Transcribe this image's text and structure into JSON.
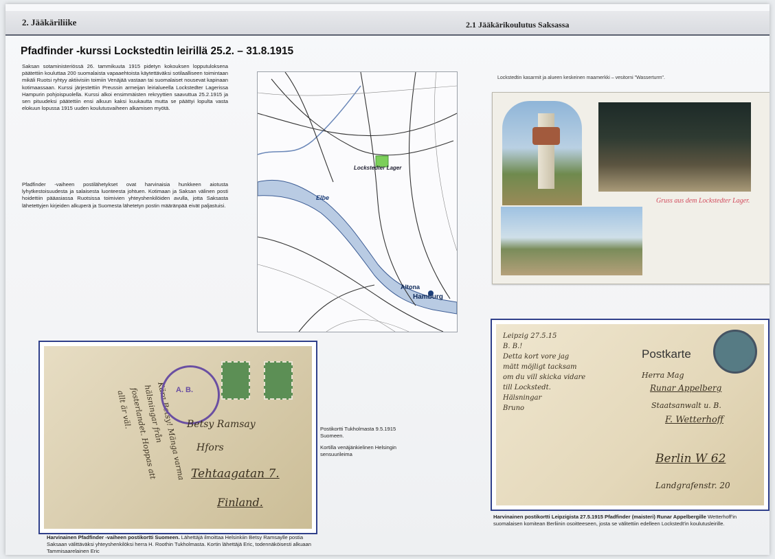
{
  "header": {
    "left": "2. Jääkäriliike",
    "right": "2.1 Jääkärikoulutus Saksassa"
  },
  "title": "Pfadfinder -kurssi Lockstedtin leirillä 25.2. – 31.8.1915",
  "paragraphs": {
    "p1": "Saksan sotaministeriössä 26. tammikuuta 1915 pidetyn kokouksen lopputuloksena päätettiin kouluttaa 200 suomalaista vapaaehtoista käytettäväksi sotilaalliseen toimintaan mikäli Ruotsi ryhtyy aktiivisiin toimiin Venäjää vastaan tai suomalaiset nousevat kapinaan kotimaassaan. Kurssi järjestettiin Preussin armeijan leirialueella Lockstedter Lagerissa Hampurin pohjoispuolella. Kurssi alkoi ensimmäisten rekryyttien saavuttua 25.2.1915 ja sen pituudeksi päätettiin ensi alkuun kaksi kuukautta mutta se päättyi lopulta vasta elokuun lopussa 1915 uuden koulutusvaiheen alkamisen myötä.",
    "p2": "Pfadfinder -vaiheen postilähetykset ovat harvinaisia hunkkeen aiotusta lyhytkestoisuudesta ja salaisesta luonteesta johtuen. Kotimaan ja Saksan välinen posti hoidettiin pääasiassa Ruotsissa toimivien yhteyshenkilöiden avulla, jotta Saksasta lähetettyjen kirjeiden alkuperä ja Suomesta lähetetyn postin määränpää eivät paljastuisi."
  },
  "map": {
    "label_lockstedt": "Lockstedter Lager",
    "label_elbe": "Elbe",
    "label_altona": "Altona",
    "label_hamburg": "Hamburg"
  },
  "photocard": {
    "caption": "Lockstedtin kasarmit ja alueen keskeinen maamerkki – vesitorni \"Wasserturm\".",
    "greeting": "Gruss aus dem Lockstedter Lager."
  },
  "postcard_left": {
    "censor_text": "A. B.",
    "address_lines": [
      "Betsy Ramsay",
      "Hfors",
      "Tehtaagatan 7.",
      "Finland."
    ],
    "caption_bold": "Harvinainen Pfadfinder -vaiheen postikortti Suomeen.",
    "caption_text": " Lähettäjä ilmoittaa Helsinkiin Betsy Ramsaylle postia Saksaan välittäväksi yhteyshenkilöksi herra H. Roothin Tukholmasta. Kortin lähettäjä Eric, todennäköisesti alkuaan Tammisaarelainen Eric"
  },
  "postcard_right": {
    "title": "Postkarte",
    "address_lines": [
      "Herra Mag",
      "Runar Appelberg",
      "Staatsanwalt u. B.",
      "F. Wetterhoff",
      "Berlin W 62",
      "Landgrafenstr. 20"
    ],
    "caption_bold": "Harvinainen postikortti Leipzigista 27.5.1915 Pfadfinder (maisteri) Runar Appelbergille",
    "caption_text": " Wetterhoff'in suomalaisen komitean Berliinin osoitteeseen, josta se välitettiin edelleen Lockstedt'in koulutusleirille."
  },
  "mid_caption": {
    "line1": "Postikortti Tukholmasta 9.5.1915 Suomeen.",
    "line2": "Kortilla venäjänkielinen Helsingin sensuurileima"
  }
}
